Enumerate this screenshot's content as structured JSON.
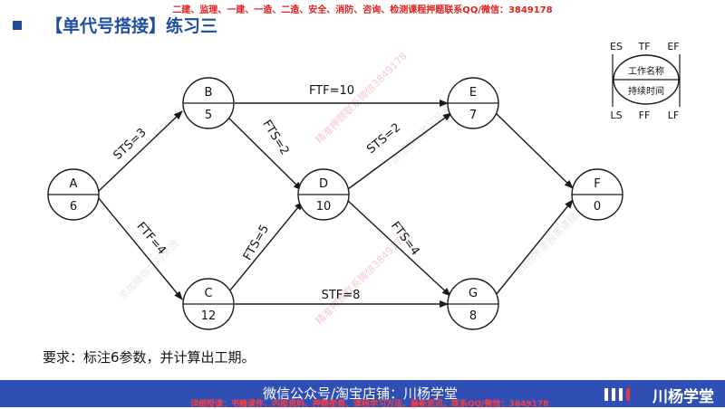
{
  "top_banner": "二建、监理、一建、一造、二造、安全、消防、咨询、检测课程押题联系QQ/微信：3849178",
  "title": "【单代号搭接】练习三",
  "nodes": [
    {
      "id": "A",
      "duration": "6"
    },
    {
      "id": "B",
      "duration": "5"
    },
    {
      "id": "C",
      "duration": "12"
    },
    {
      "id": "D",
      "duration": "10"
    },
    {
      "id": "E",
      "duration": "7"
    },
    {
      "id": "F",
      "duration": "0"
    },
    {
      "id": "G",
      "duration": "8"
    }
  ],
  "edges": [
    {
      "from": "A",
      "to": "B",
      "label": "STS=3"
    },
    {
      "from": "A",
      "to": "C",
      "label": "FTF=4"
    },
    {
      "from": "B",
      "to": "E",
      "label": "FTF=10"
    },
    {
      "from": "B",
      "to": "D",
      "label": "FTS=2"
    },
    {
      "from": "C",
      "to": "D",
      "label": "FTS=5"
    },
    {
      "from": "C",
      "to": "G",
      "label": "STF=8"
    },
    {
      "from": "D",
      "to": "E",
      "label": "STS=2"
    },
    {
      "from": "D",
      "to": "G",
      "label": "FTS=4"
    },
    {
      "from": "E",
      "to": "F",
      "label": ""
    },
    {
      "from": "G",
      "to": "F",
      "label": ""
    }
  ],
  "legend": {
    "es": "ES",
    "tf": "TF",
    "ef": "EF",
    "ls": "LS",
    "ff": "FF",
    "lf": "LF",
    "name": "工作名称",
    "duration": "持续时间"
  },
  "requirement": "要求：标注6参数，并计算出工期。",
  "footer": {
    "main": "微信公众号/淘宝店铺：川杨学堂",
    "sub": "详细授课：书籍课件、内部资料、押题密卷、课程学习方法、最新资讯，联系QQ/微信：3849178",
    "brand": "川杨学堂"
  },
  "watermarks": {
    "text_a": "精准押题联系微信3849178",
    "text_b": "川杨学堂独家课程",
    "text_c": "添加微信学习交流"
  },
  "colors": {
    "title": "#1f4e9c",
    "banner": "#e02020",
    "footer_bg": "#2f4fb5",
    "line": "#1a1a1a"
  }
}
